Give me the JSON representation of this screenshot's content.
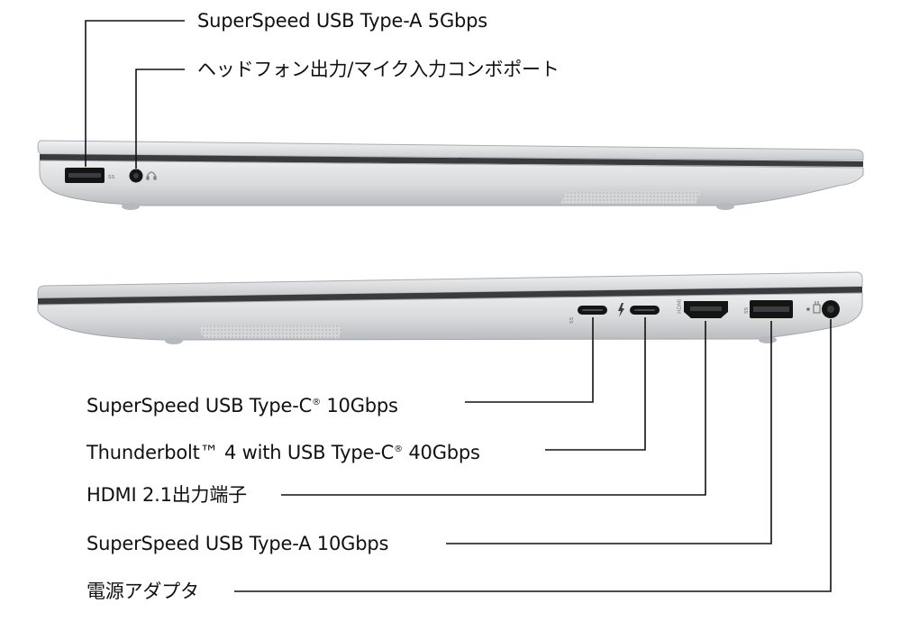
{
  "side_left": {
    "labels": {
      "usb_a_5": "SuperSpeed USB Type-A 5Gbps",
      "audio": "ヘッドフォン出力/マイク入力コンボポート"
    }
  },
  "side_right": {
    "labels": {
      "usb_c_10_main": "SuperSpeed USB Type-C",
      "usb_c_10_tail": " 10Gbps",
      "tb4_main": "Thunderbolt™ 4 with USB Type-C",
      "tb4_tail": " 40Gbps",
      "hdmi": "HDMI 2.1出力端子",
      "usb_a_10": "SuperSpeed USB Type-A 10Gbps",
      "power": "電源アダプタ"
    },
    "registered_mark": "®"
  },
  "colors": {
    "chassis_light": "#e6e7e9",
    "chassis_mid": "#c9cbce",
    "chassis_dark": "#9ea1a5",
    "port_black": "#141414",
    "leader_line": "#111111"
  }
}
